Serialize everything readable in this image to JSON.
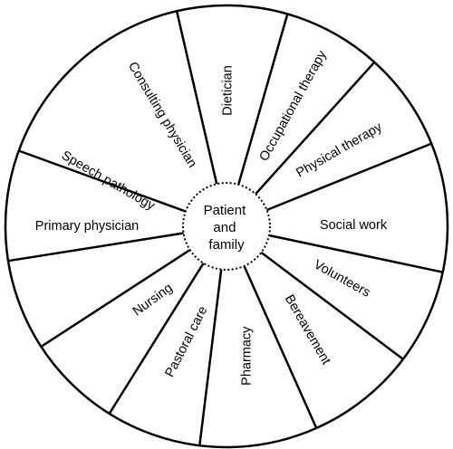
{
  "diagram": {
    "center": {
      "lines": [
        "Patient",
        "and",
        "family"
      ]
    },
    "segments": [
      {
        "label": "Dietician"
      },
      {
        "label": "Occupational therapy"
      },
      {
        "label": "Physical therapy"
      },
      {
        "label": "Social work"
      },
      {
        "label": "Volunteers"
      },
      {
        "label": "Bereavement"
      },
      {
        "label": "Pharmacy"
      },
      {
        "label": "Pastoral care"
      },
      {
        "label": "Nursing"
      },
      {
        "label": "Primary physician"
      },
      {
        "label": "Speech pathology"
      },
      {
        "label": "Consulting physician"
      }
    ]
  }
}
